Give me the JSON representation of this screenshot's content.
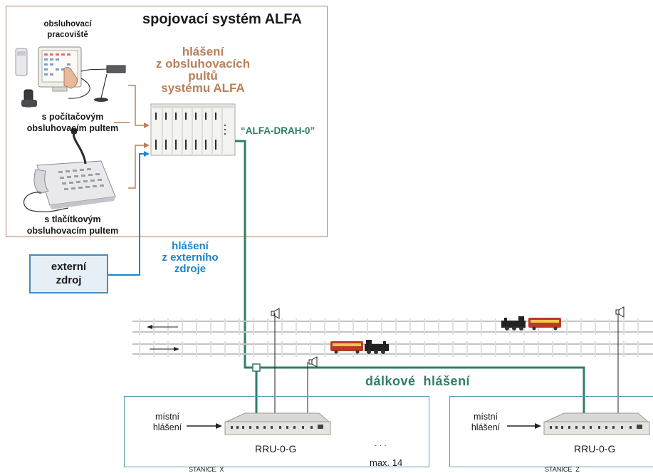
{
  "title": "spojovací systém ALFA",
  "operator_station": {
    "line1": "obsluhovací",
    "line2": "pracoviště"
  },
  "pc_console": {
    "line1": "s počítačovým",
    "line2": "obsluhovacím pultem"
  },
  "button_console": {
    "line1": "s tlačítkovým",
    "line2": "obsluhovacím pultem"
  },
  "announcement_alfa": {
    "line1": "hlášení",
    "line2": "z obsluhovacích",
    "line3": "pultů",
    "line4": "systému ALFA"
  },
  "rack_name": "“ALFA-DRAH-0”",
  "external_source": {
    "line1": "externí",
    "line2": "zdroj"
  },
  "announcement_external": {
    "line1": "hlášení",
    "line2": "z externího",
    "line3": "zdroje"
  },
  "remote_announcement": "dálkové  hlášení",
  "station_x": {
    "local_line1": "místní",
    "local_line2": "hlášení",
    "device": "RRU-0-G",
    "name": "STANICE  X"
  },
  "station_z": {
    "local_line1": "místní",
    "local_line2": "hlášení",
    "device": "RRU-0-G",
    "name": "STANICE  Z"
  },
  "ellipsis": ". . .",
  "max_stations": "max. 14",
  "colors": {
    "brown": "#b8805a",
    "green": "#2f7d6a",
    "blue": "#1a86c8",
    "station_border": "#5a9db0"
  }
}
